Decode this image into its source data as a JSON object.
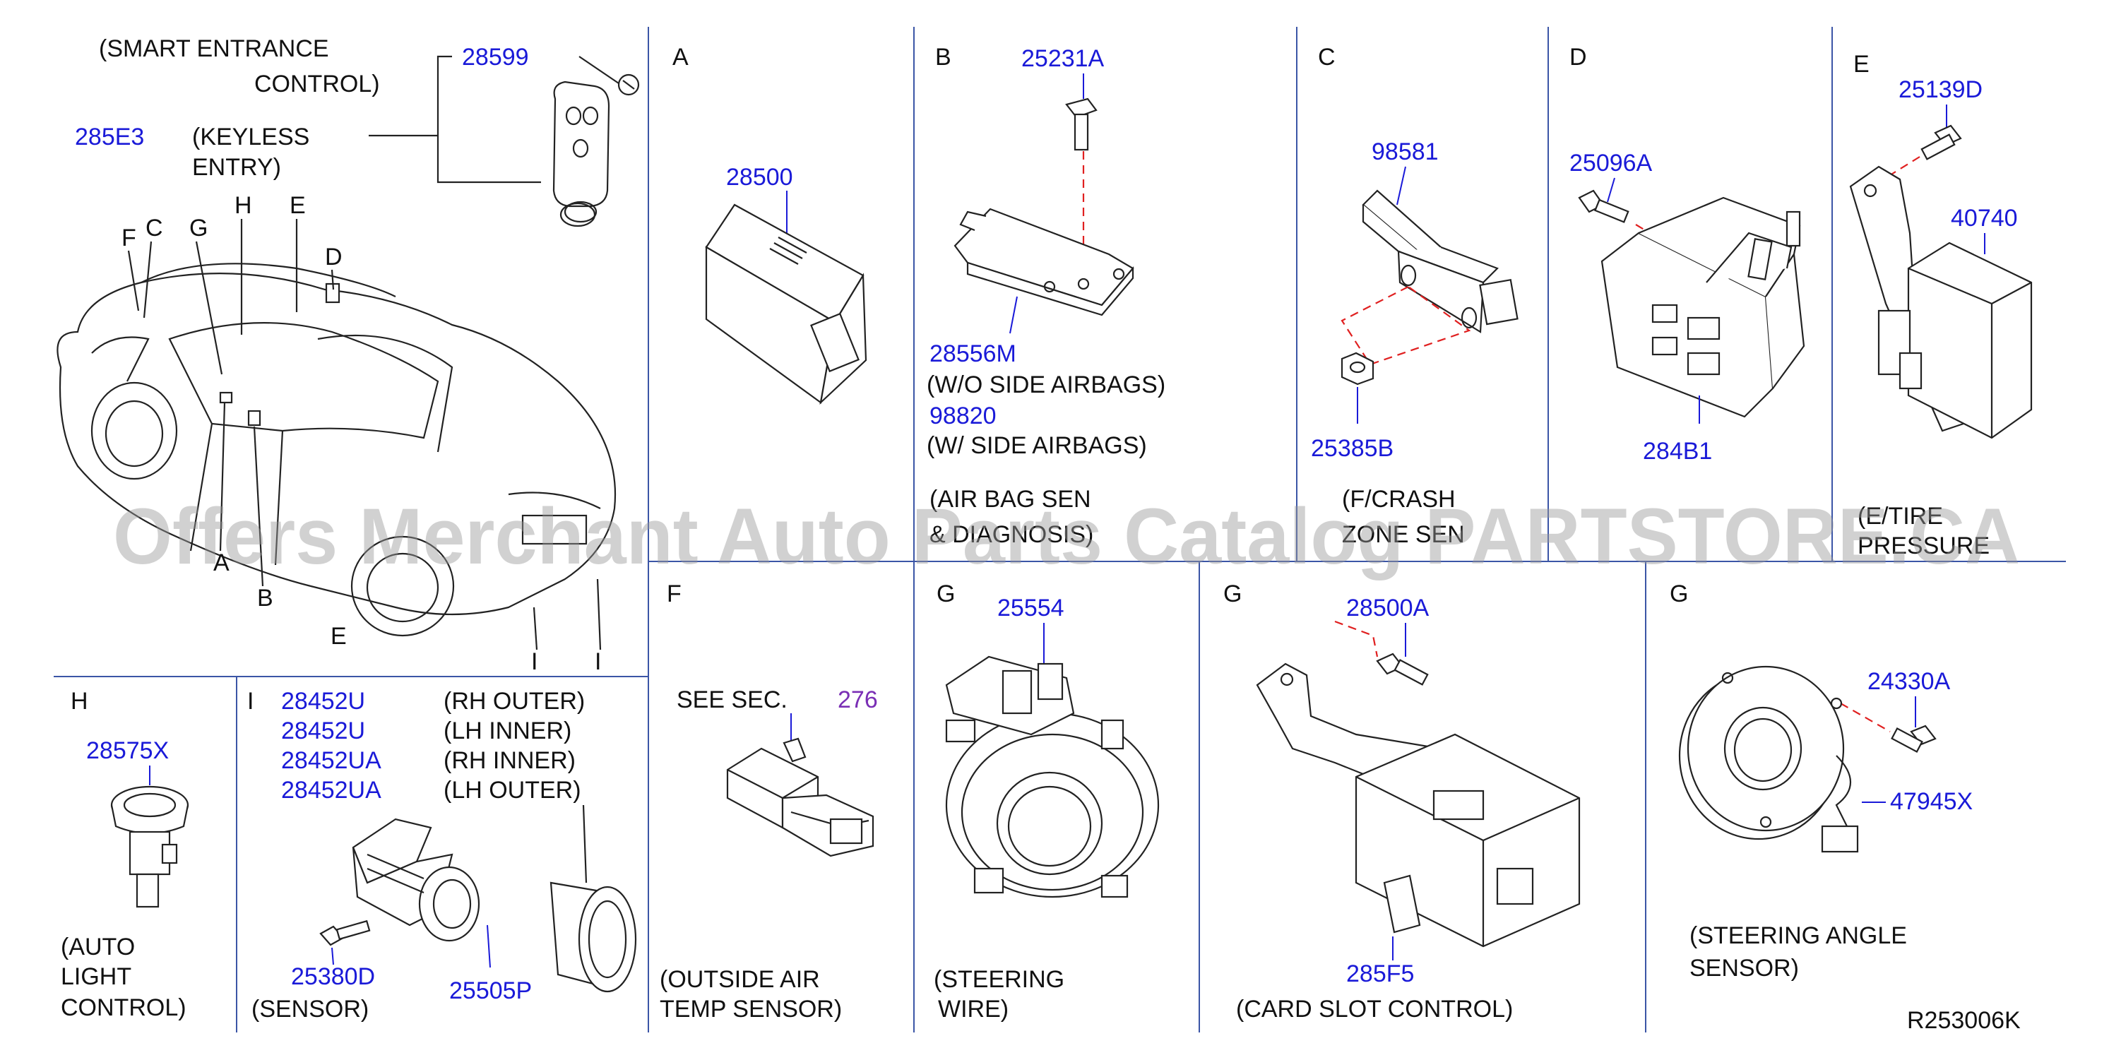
{
  "watermark": "Offers Merchant Auto Parts Catalog PARTSTORE.CA",
  "drawing_number": "R253006K",
  "overview": {
    "smart_entrance_1": "(SMART   ENTRANCE",
    "smart_entrance_2": "CONTROL)",
    "keyless_1": "(KEYLESS",
    "keyless_2": "ENTRY)",
    "pn_keyless": "285E3",
    "pn_keyfob": "28599",
    "callouts": {
      "F": "F",
      "C": "C",
      "G": "G",
      "H": "H",
      "E_top": "E",
      "D": "D",
      "A": "A",
      "B": "B",
      "E_bottom": "E",
      "I1": "I",
      "I2": "I"
    }
  },
  "sections": {
    "A": {
      "letter": "A",
      "pn": "28500"
    },
    "B": {
      "letter": "B",
      "pn_bolt": "25231A",
      "pn_unit": "28556M",
      "note1": "(W/O   SIDE   AIRBAGS)",
      "pn_alt": "98820",
      "note2": "(W/   SIDE   AIRBAGS)",
      "caption1": "(AIR   BAG   SEN",
      "caption2": "& DIAGNOSIS)"
    },
    "C": {
      "letter": "C",
      "pn_bracket": "98581",
      "pn_nut": "25385B",
      "caption1": "(F/CRASH",
      "caption2": "ZONE  SEN"
    },
    "D": {
      "letter": "D",
      "pn_bolt": "25096A",
      "pn_unit": "284B1"
    },
    "E": {
      "letter": "E",
      "pn_bolt": "25139D",
      "pn_unit": "40740",
      "caption1": "(E/TIRE",
      "caption2": "PRESSURE"
    },
    "F": {
      "letter": "F",
      "see": "SEE   SEC.",
      "sec": "276",
      "caption1": "(OUTSIDE   AIR",
      "caption2": "TEMP   SENSOR)"
    },
    "G1": {
      "letter": "G",
      "pn": "25554",
      "caption1": "(STEERING",
      "caption2": "WIRE)"
    },
    "G2": {
      "letter": "G",
      "pn_bolt": "28500A",
      "pn_bracket": "285F5",
      "caption": "(CARD   SLOT   CONTROL)"
    },
    "G3": {
      "letter": "G",
      "pn_bolt": "24330A",
      "pn_harness": "47945X",
      "caption1": "(STEERING   ANGLE",
      "caption2": "SENSOR)"
    },
    "H": {
      "letter": "H",
      "pn": "28575X",
      "caption1": "(AUTO",
      "caption2": "LIGHT",
      "caption3": "CONTROL)"
    },
    "I": {
      "letter": "I",
      "rows": [
        {
          "pn": "28452U",
          "note": "(RH   OUTER)"
        },
        {
          "pn": "28452U",
          "note": "(LH   INNER)"
        },
        {
          "pn": "28452UA",
          "note": "(RH   INNER)"
        },
        {
          "pn": "28452UA",
          "note": "(LH   OUTER)"
        }
      ],
      "pn_screw": "25380D",
      "pn_cover": "25505P",
      "caption": "(SENSOR)"
    }
  },
  "colors": {
    "part_number": "#1a1ad8",
    "section_ref": "#7a2fb5",
    "frame": "#3b55a6",
    "guide": "#e02020"
  }
}
